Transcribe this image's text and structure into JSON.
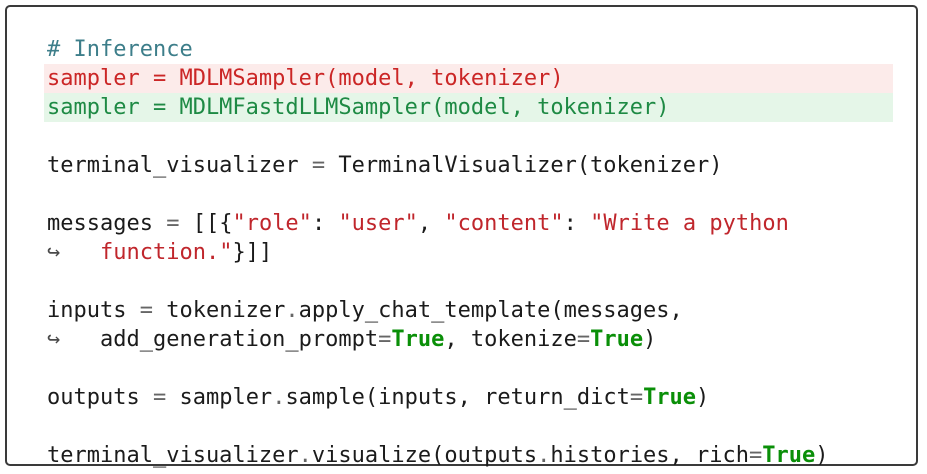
{
  "colors": {
    "border": "#3a3a3a",
    "plain": "#1b1b1b",
    "comment": "#3d7e8a",
    "operator": "#666666",
    "string": "#c0262c",
    "keyword": "#0a8f08",
    "removed_text": "#cb2626",
    "removed_bg": "#fcebea",
    "added_text": "#1e8a44",
    "added_bg": "#e5f6e8",
    "arrow": "#4a4a4a"
  },
  "code": {
    "language": "python",
    "continuation_arrow": "↪",
    "lines": [
      {
        "highlight": "none",
        "tokens": [
          {
            "type": "comment",
            "text": "# Inference"
          }
        ]
      },
      {
        "highlight": "removed",
        "tokens": [
          {
            "type": "removed",
            "text": "sampler = MDLMSampler(model, tokenizer)"
          }
        ]
      },
      {
        "highlight": "added",
        "tokens": [
          {
            "type": "added",
            "text": "sampler = MDLMFastdLLMSampler(model, tokenizer)"
          }
        ]
      },
      {
        "highlight": "none",
        "tokens": []
      },
      {
        "highlight": "none",
        "tokens": [
          {
            "type": "plain",
            "text": "terminal_visualizer "
          },
          {
            "type": "operator",
            "text": "="
          },
          {
            "type": "plain",
            "text": " TerminalVisualizer(tokenizer)"
          }
        ]
      },
      {
        "highlight": "none",
        "tokens": []
      },
      {
        "highlight": "none",
        "tokens": [
          {
            "type": "plain",
            "text": "messages "
          },
          {
            "type": "operator",
            "text": "="
          },
          {
            "type": "plain",
            "text": " [[{"
          },
          {
            "type": "string",
            "text": "\"role\""
          },
          {
            "type": "plain",
            "text": ": "
          },
          {
            "type": "string",
            "text": "\"user\""
          },
          {
            "type": "plain",
            "text": ", "
          },
          {
            "type": "string",
            "text": "\"content\""
          },
          {
            "type": "plain",
            "text": ": "
          },
          {
            "type": "string",
            "text": "\"Write a python"
          }
        ]
      },
      {
        "highlight": "none",
        "tokens": [
          {
            "type": "arrow",
            "text": "↪"
          },
          {
            "type": "plain",
            "text": "   "
          },
          {
            "type": "string",
            "text": "function.\""
          },
          {
            "type": "plain",
            "text": "}]]"
          }
        ]
      },
      {
        "highlight": "none",
        "tokens": []
      },
      {
        "highlight": "none",
        "tokens": [
          {
            "type": "plain",
            "text": "inputs "
          },
          {
            "type": "operator",
            "text": "="
          },
          {
            "type": "plain",
            "text": " tokenizer"
          },
          {
            "type": "operator",
            "text": "."
          },
          {
            "type": "plain",
            "text": "apply_chat_template(messages,"
          }
        ]
      },
      {
        "highlight": "none",
        "tokens": [
          {
            "type": "arrow",
            "text": "↪"
          },
          {
            "type": "plain",
            "text": "   add_generation_prompt"
          },
          {
            "type": "operator",
            "text": "="
          },
          {
            "type": "keyword",
            "text": "True"
          },
          {
            "type": "plain",
            "text": ", tokenize"
          },
          {
            "type": "operator",
            "text": "="
          },
          {
            "type": "keyword",
            "text": "True"
          },
          {
            "type": "plain",
            "text": ")"
          }
        ]
      },
      {
        "highlight": "none",
        "tokens": []
      },
      {
        "highlight": "none",
        "tokens": [
          {
            "type": "plain",
            "text": "outputs "
          },
          {
            "type": "operator",
            "text": "="
          },
          {
            "type": "plain",
            "text": " sampler"
          },
          {
            "type": "operator",
            "text": "."
          },
          {
            "type": "plain",
            "text": "sample(inputs, return_dict"
          },
          {
            "type": "operator",
            "text": "="
          },
          {
            "type": "keyword",
            "text": "True"
          },
          {
            "type": "plain",
            "text": ")"
          }
        ]
      },
      {
        "highlight": "none",
        "tokens": []
      },
      {
        "highlight": "none",
        "tokens": [
          {
            "type": "plain",
            "text": "terminal_visualizer"
          },
          {
            "type": "operator",
            "text": "."
          },
          {
            "type": "plain",
            "text": "visualize(outputs"
          },
          {
            "type": "operator",
            "text": "."
          },
          {
            "type": "plain",
            "text": "histories, rich"
          },
          {
            "type": "operator",
            "text": "="
          },
          {
            "type": "keyword",
            "text": "True"
          },
          {
            "type": "plain",
            "text": ")"
          }
        ]
      }
    ]
  }
}
